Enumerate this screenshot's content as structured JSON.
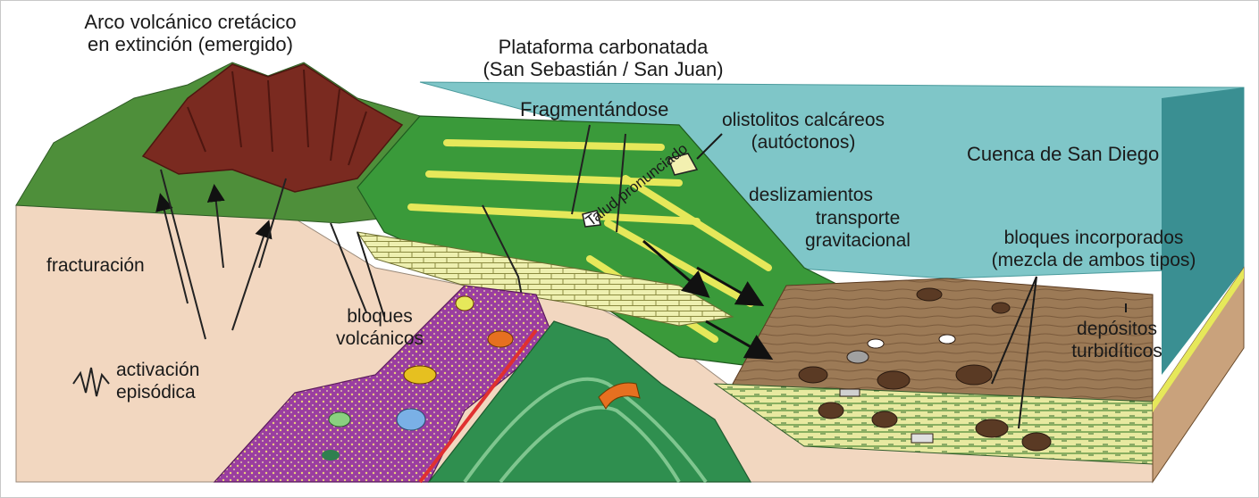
{
  "labels": {
    "arc_line1": "Arco volcánico cretácico",
    "arc_line2": "en extinción (emergido)",
    "platform_line1": "Plataforma carbonatada",
    "platform_line2": "(San Sebastián / San Juan)",
    "fragmenting": "Fragmentándose",
    "olisto_line1": "olistolitos calcáreos",
    "olisto_line2": "(autóctonos)",
    "basin": "Cuenca de San Diego",
    "slope": "Talud pronunciado",
    "slides": "deslizamientos",
    "transport_line1": "transporte",
    "transport_line2": "gravitacional",
    "blocks_line1": "bloques incorporados",
    "blocks_line2": "(mezcla de ambos tipos)",
    "fracturing": "fracturación",
    "volc_line1": "bloques",
    "volc_line2": "volcánicos",
    "turb_line1": "depósitos",
    "turb_line2": "turbidíticos",
    "activation_line1": "activación",
    "activation_line2": "episódica"
  },
  "colors": {
    "sea": "#7fc6c8",
    "sea_deep": "#3a8f92",
    "basement": "#f2d7c0",
    "volcano": "#7a2a20",
    "volcano_dark": "#4e1610",
    "vegetation": "#4e8f3a",
    "carbonate_green": "#3a9a3a",
    "carbonate_yellow": "#e6e85a",
    "volcanic_fill": "#9a3ea0",
    "fold_green": "#2f8f4f",
    "basin_mud": "#9c7a56",
    "turbidite": "#e8e9a0"
  }
}
